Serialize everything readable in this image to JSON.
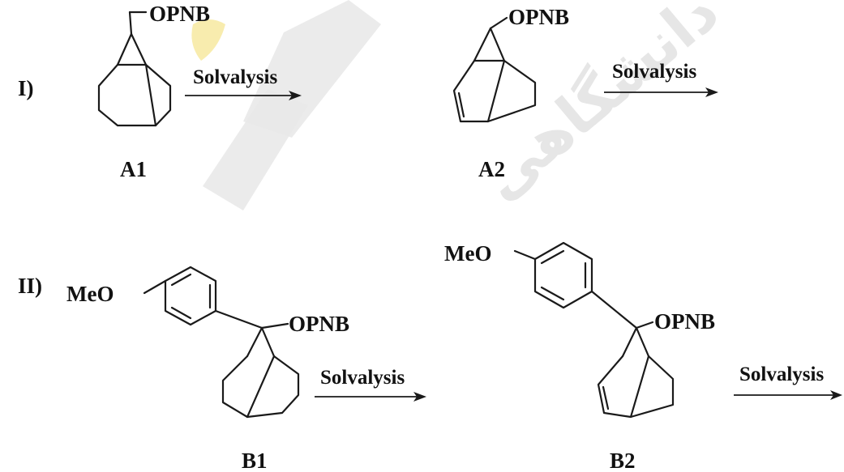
{
  "scheme": {
    "row1": {
      "label": "I)",
      "compound1": {
        "id": "A1",
        "group": "OPNB"
      },
      "arrow1": "Solvalysis",
      "compound2": {
        "id": "A2",
        "group": "OPNB"
      },
      "arrow2": "Solvalysis"
    },
    "row2": {
      "label": "II)",
      "compound1": {
        "id": "B1",
        "substituent": "MeO",
        "group": "OPNB"
      },
      "arrow1": "Solvalysis",
      "compound2": {
        "id": "B2",
        "substituent": "MeO",
        "group": "OPNB"
      },
      "arrow2": "Solvalysis"
    }
  },
  "watermark": {
    "text": "دانشگاهی"
  },
  "colors": {
    "ink": "#111111",
    "watermark": "#e6e6e6",
    "watermark_accent": "#f6e79a"
  }
}
